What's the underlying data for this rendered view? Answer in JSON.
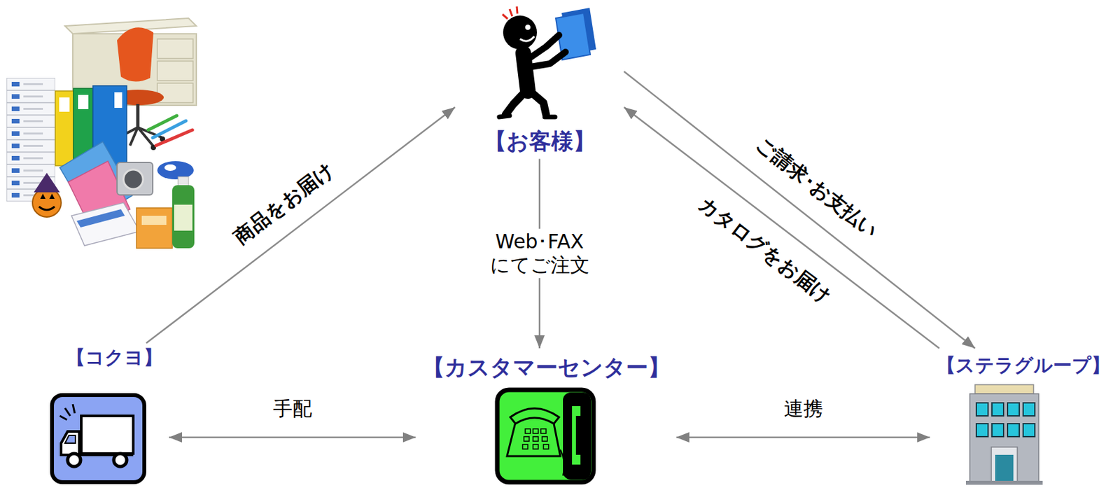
{
  "diagram": {
    "nodes": [
      {
        "text": [
          "【お客様】"
        ]
      },
      {
        "text": [
          "【コクヨ】"
        ]
      },
      {
        "text": [
          "【カスタマーセンター】"
        ]
      },
      {
        "text": [
          "【ステラグループ】"
        ]
      }
    ],
    "edges": [
      {
        "from": 1,
        "to": 0,
        "label": "商品をお届け",
        "arrow": "to"
      },
      {
        "from": 0,
        "to": 2,
        "label": "Web･FAX にてご注文",
        "arrow": "to"
      },
      {
        "from": 1,
        "to": 2,
        "label": "手配",
        "arrow": "both"
      },
      {
        "from": 2,
        "to": 3,
        "label": "連携",
        "arrow": "both"
      },
      {
        "from": 0,
        "to": 3,
        "label": "ご請求･お支払い",
        "arrow": "to"
      },
      {
        "from": 3,
        "to": 0,
        "label": "カタログをお届け",
        "arrow": "to"
      }
    ]
  }
}
